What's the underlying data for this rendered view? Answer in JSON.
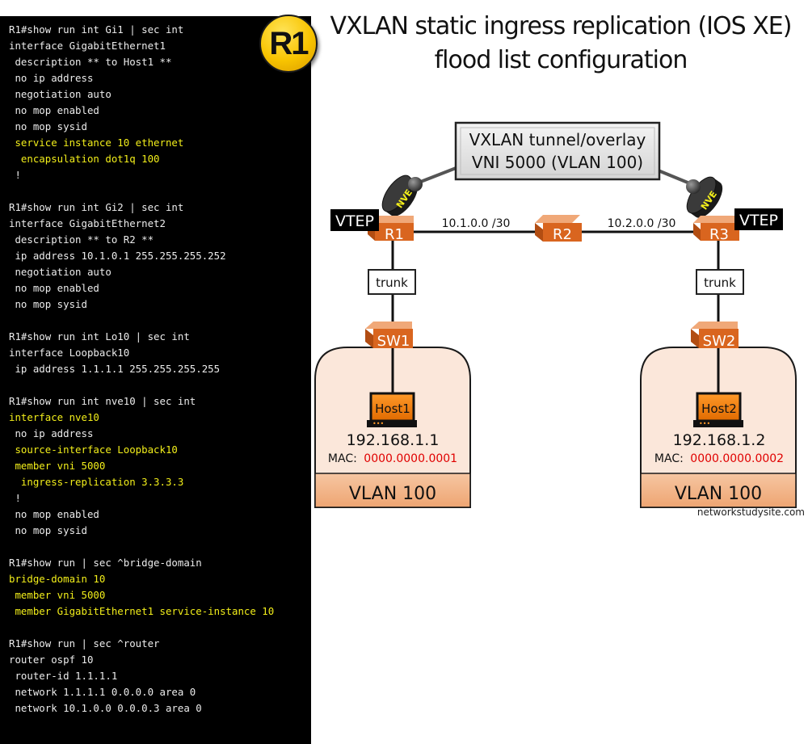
{
  "badge": {
    "label": "R1"
  },
  "title": {
    "line1": "VXLAN static ingress replication (IOS XE)",
    "line2": "flood list configuration"
  },
  "terminal": {
    "lines": [
      {
        "text": "R1#show run int Gi1 | sec int",
        "highlight": false
      },
      {
        "text": "interface GigabitEthernet1",
        "highlight": false
      },
      {
        "text": " description ** to Host1 **",
        "highlight": false
      },
      {
        "text": " no ip address",
        "highlight": false
      },
      {
        "text": " negotiation auto",
        "highlight": false
      },
      {
        "text": " no mop enabled",
        "highlight": false
      },
      {
        "text": " no mop sysid",
        "highlight": false
      },
      {
        "text": " service instance 10 ethernet",
        "highlight": true
      },
      {
        "text": "  encapsulation dot1q 100",
        "highlight": true
      },
      {
        "text": " !",
        "highlight": false
      },
      {
        "text": "",
        "highlight": false
      },
      {
        "text": "R1#show run int Gi2 | sec int",
        "highlight": false
      },
      {
        "text": "interface GigabitEthernet2",
        "highlight": false
      },
      {
        "text": " description ** to R2 **",
        "highlight": false
      },
      {
        "text": " ip address 10.1.0.1 255.255.255.252",
        "highlight": false
      },
      {
        "text": " negotiation auto",
        "highlight": false
      },
      {
        "text": " no mop enabled",
        "highlight": false
      },
      {
        "text": " no mop sysid",
        "highlight": false
      },
      {
        "text": "",
        "highlight": false
      },
      {
        "text": "R1#show run int Lo10 | sec int",
        "highlight": false
      },
      {
        "text": "interface Loopback10",
        "highlight": false
      },
      {
        "text": " ip address 1.1.1.1 255.255.255.255",
        "highlight": false
      },
      {
        "text": "",
        "highlight": false
      },
      {
        "text": "R1#show run int nve10 | sec int",
        "highlight": false
      },
      {
        "text": "interface nve10",
        "highlight": true
      },
      {
        "text": " no ip address",
        "highlight": false
      },
      {
        "text": " source-interface Loopback10",
        "highlight": true
      },
      {
        "text": " member vni 5000",
        "highlight": true
      },
      {
        "text": "  ingress-replication 3.3.3.3",
        "highlight": true
      },
      {
        "text": " !",
        "highlight": false
      },
      {
        "text": " no mop enabled",
        "highlight": false
      },
      {
        "text": " no mop sysid",
        "highlight": false
      },
      {
        "text": "",
        "highlight": false
      },
      {
        "text": "R1#show run | sec ^bridge-domain",
        "highlight": false
      },
      {
        "text": "bridge-domain 10",
        "highlight": true
      },
      {
        "text": " member vni 5000",
        "highlight": true
      },
      {
        "text": " member GigabitEthernet1 service-instance 10",
        "highlight": true
      },
      {
        "text": "",
        "highlight": false
      },
      {
        "text": "R1#show run | sec ^router",
        "highlight": false
      },
      {
        "text": "router ospf 10",
        "highlight": false
      },
      {
        "text": " router-id 1.1.1.1",
        "highlight": false
      },
      {
        "text": " network 1.1.1.1 0.0.0.0 area 0",
        "highlight": false
      },
      {
        "text": " network 10.1.0.0 0.0.0.3 area 0",
        "highlight": false
      }
    ]
  },
  "diagram": {
    "tunnel": {
      "line1": "VXLAN tunnel/overlay",
      "line2": "VNI 5000 (VLAN 100)"
    },
    "nve_label": "NVE",
    "vtep_label": "VTEP",
    "routers": {
      "r1": "R1",
      "r2": "R2",
      "r3": "R3"
    },
    "links": {
      "r1_r2": "10.1.0.0 /30",
      "r2_r3": "10.2.0.0 /30"
    },
    "trunk_label": "trunk",
    "sites": [
      {
        "switch": "SW1",
        "host": "Host1",
        "ip": "192.168.1.1",
        "mac_label": "MAC:",
        "mac": "0000.0000.0001",
        "vlan": "VLAN 100"
      },
      {
        "switch": "SW2",
        "host": "Host2",
        "ip": "192.168.1.2",
        "mac_label": "MAC:",
        "mac": "0000.0000.0002",
        "vlan": "VLAN 100"
      }
    ],
    "watermark": "networkstudysite.com",
    "colors": {
      "device_orange": "#d9651f",
      "highlight_yellow": "#f2ee1a",
      "mac_red": "#e00000",
      "site_fill": "#fbe7da",
      "vlan_fill": "#f2b083",
      "badge_yellow": "#f8c400"
    }
  }
}
